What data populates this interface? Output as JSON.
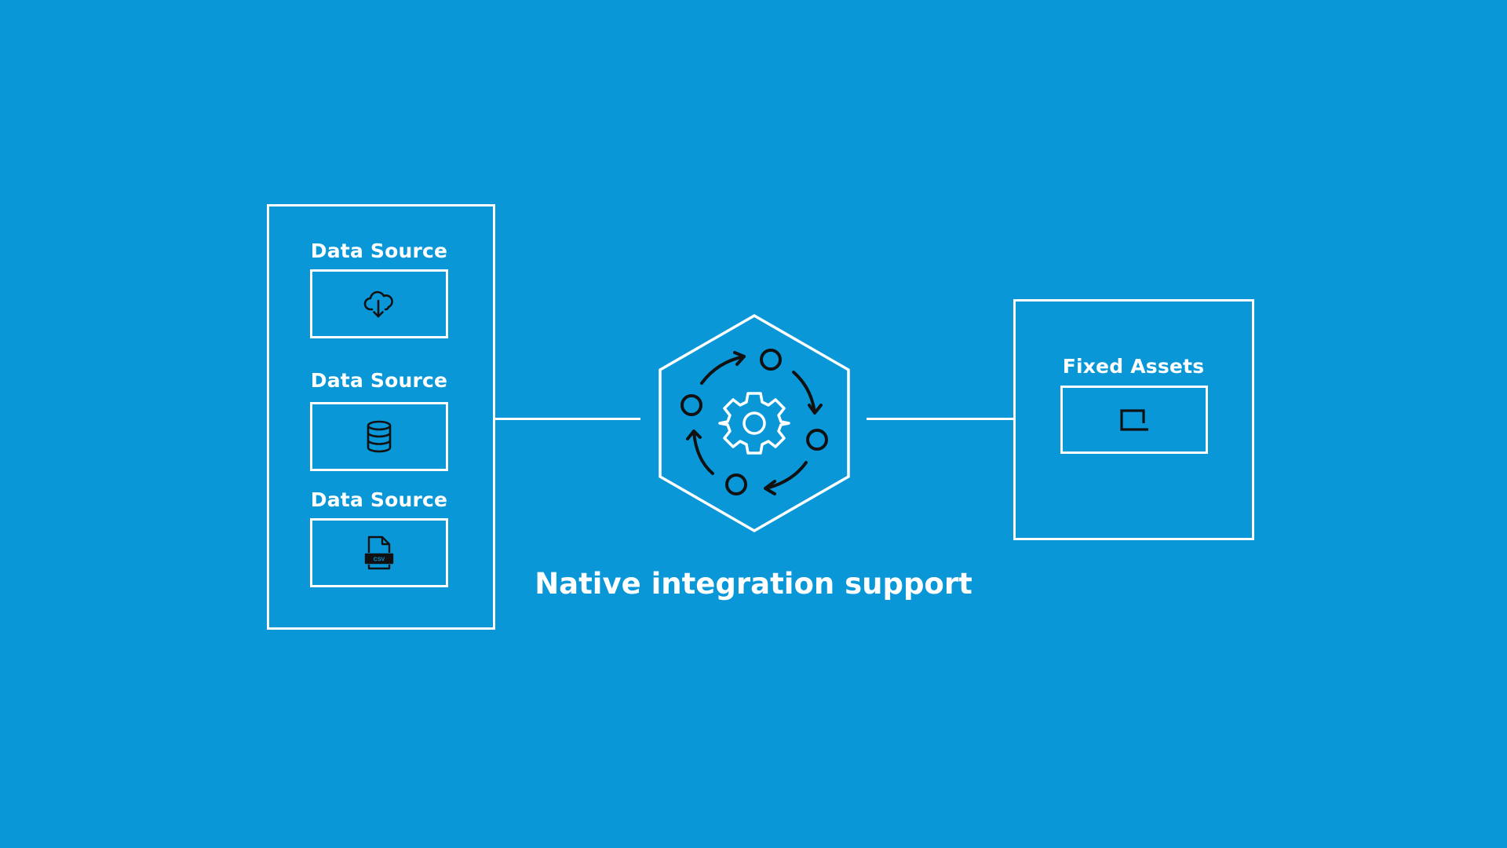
{
  "colors": {
    "background": "#0A97D8",
    "line": "#FFFFFF",
    "icon": "#111111"
  },
  "sources": [
    {
      "label": "Data Source",
      "icon": "cloud-download-icon"
    },
    {
      "label": "Data Source",
      "icon": "database-icon"
    },
    {
      "label": "Data Source",
      "icon": "csv-file-icon"
    }
  ],
  "hub": {
    "icon": "integration-cycle-icon"
  },
  "caption": "Native integration support",
  "target": {
    "label": "Fixed Assets",
    "icon": "fixed-asset-icon"
  }
}
